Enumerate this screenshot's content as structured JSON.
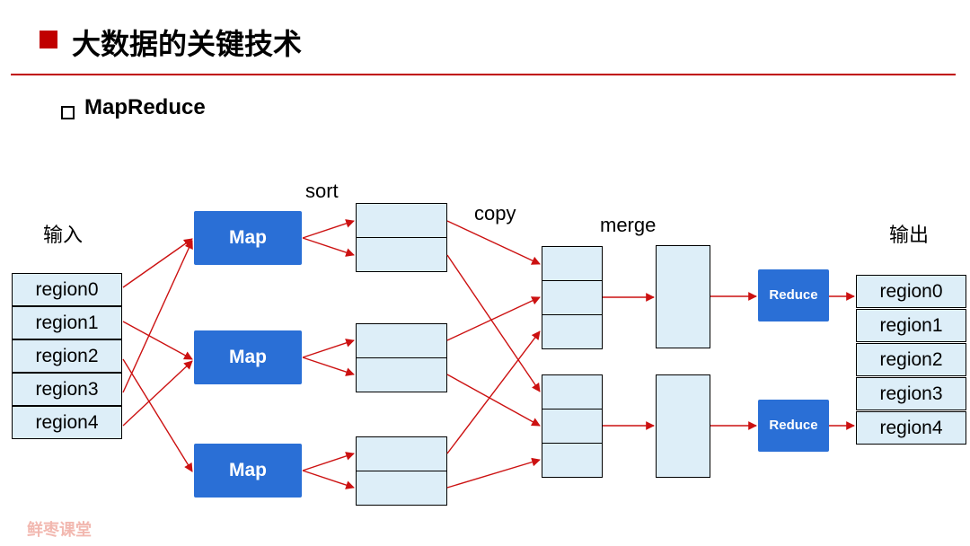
{
  "header": {
    "title": "大数据的关键技术"
  },
  "section": {
    "subtitle": "MapReduce"
  },
  "diagram": {
    "input_label": "输入",
    "output_label": "输出",
    "sort_label": "sort",
    "copy_label": "copy",
    "merge_label": "merge",
    "input_regions": [
      "region0",
      "region1",
      "region2",
      "region3",
      "region4"
    ],
    "output_regions": [
      "region0",
      "region1",
      "region2",
      "region3",
      "region4"
    ],
    "map_label": "Map",
    "reduce_label": "Reduce",
    "colors": {
      "accent": "#c00000",
      "box": "#2a6fd6",
      "cell": "#ddeef8",
      "arrow": "#cc1111"
    }
  },
  "watermark": "鲜枣课堂"
}
